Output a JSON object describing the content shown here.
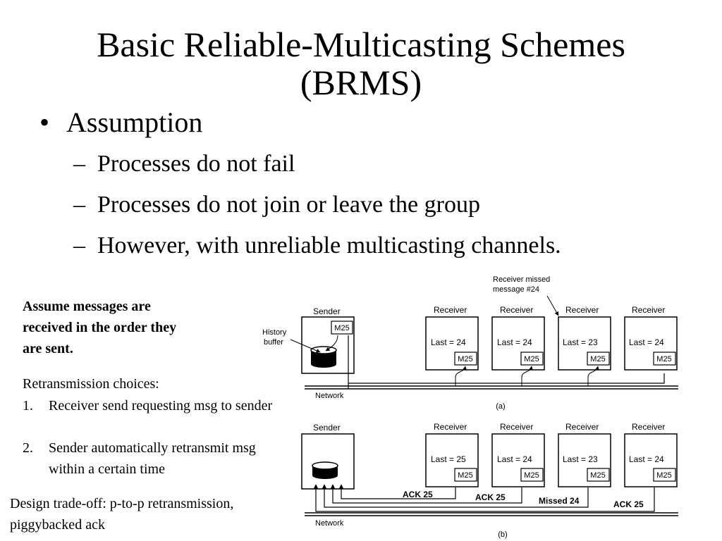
{
  "slide": {
    "title_line1": "Basic Reliable-Multicasting Schemes",
    "title_line2": "(BRMS)",
    "bullet": "Assumption",
    "sub_bullets": [
      "Processes do not fail",
      "Processes do not join or leave the group",
      "However, with unreliable multicasting channels."
    ],
    "bullet_marker": "•",
    "dash_marker": "–"
  },
  "notes": {
    "bold_line1": "Assume messages are",
    "bold_line2": "received in the order they",
    "bold_line3": "are sent.",
    "choices_title": "Retransmission choices:",
    "choices": [
      {
        "num": "1.",
        "text": "Receiver send requesting msg to sender"
      },
      {
        "num": "2.",
        "text": "Sender automatically retransmit msg within a certain time"
      }
    ],
    "tradeoff_line1": "Design trade-off: p-to-p retransmission,",
    "tradeoff_line2": "piggybacked ack"
  },
  "diagram_a": {
    "sender_label": "Sender",
    "history_label_line1": "History",
    "history_label_line2": "buffer",
    "sender_msg": "M25",
    "receiver_label": "Receiver",
    "receivers": [
      {
        "last": "Last = 24",
        "msg": "M25"
      },
      {
        "last": "Last = 24",
        "msg": "M25"
      },
      {
        "last": "Last = 23",
        "msg": "M25"
      },
      {
        "last": "Last = 24",
        "msg": "M25"
      }
    ],
    "missed_line1": "Receiver missed",
    "missed_line2": "message #24",
    "network_label": "Network",
    "caption": "(a)"
  },
  "diagram_b": {
    "sender_label": "Sender",
    "receiver_label": "Receiver",
    "receivers": [
      {
        "last": "Last = 25",
        "msg": "M25"
      },
      {
        "last": "Last = 24",
        "msg": "M25"
      },
      {
        "last": "Last = 23",
        "msg": "M25"
      },
      {
        "last": "Last = 24",
        "msg": "M25"
      }
    ],
    "feedback": [
      "ACK 25",
      "ACK 25",
      "Missed 24",
      "ACK 25"
    ],
    "network_label": "Network",
    "caption": "(b)"
  }
}
